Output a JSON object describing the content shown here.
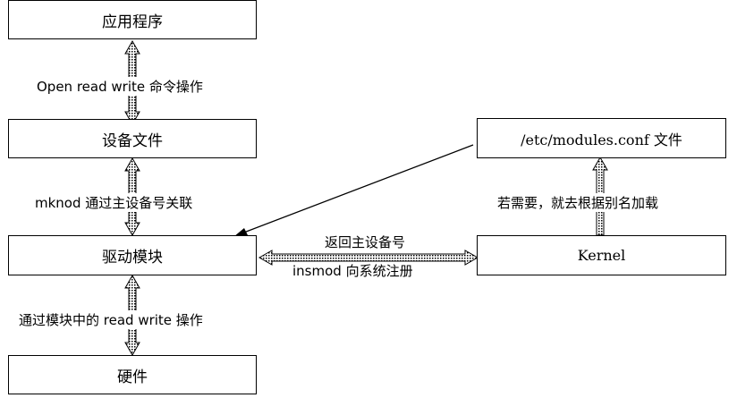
{
  "boxes": {
    "app": "应用程序",
    "device_file": "设备文件",
    "driver_module": "驱动模块",
    "hardware": "硬件",
    "modules_conf": "/etc/modules.conf  文件",
    "kernel": "Kernel"
  },
  "edges": {
    "app_device": "Open read write 命令操作",
    "device_driver": "mknod 通过主设备号关联",
    "driver_hardware": "通过模块中的 read write 操作",
    "kernel_conf": "若需要，就去根据别名加载",
    "kernel_to_driver": "返回主设备号",
    "driver_to_kernel": "insmod 向系统注册"
  }
}
